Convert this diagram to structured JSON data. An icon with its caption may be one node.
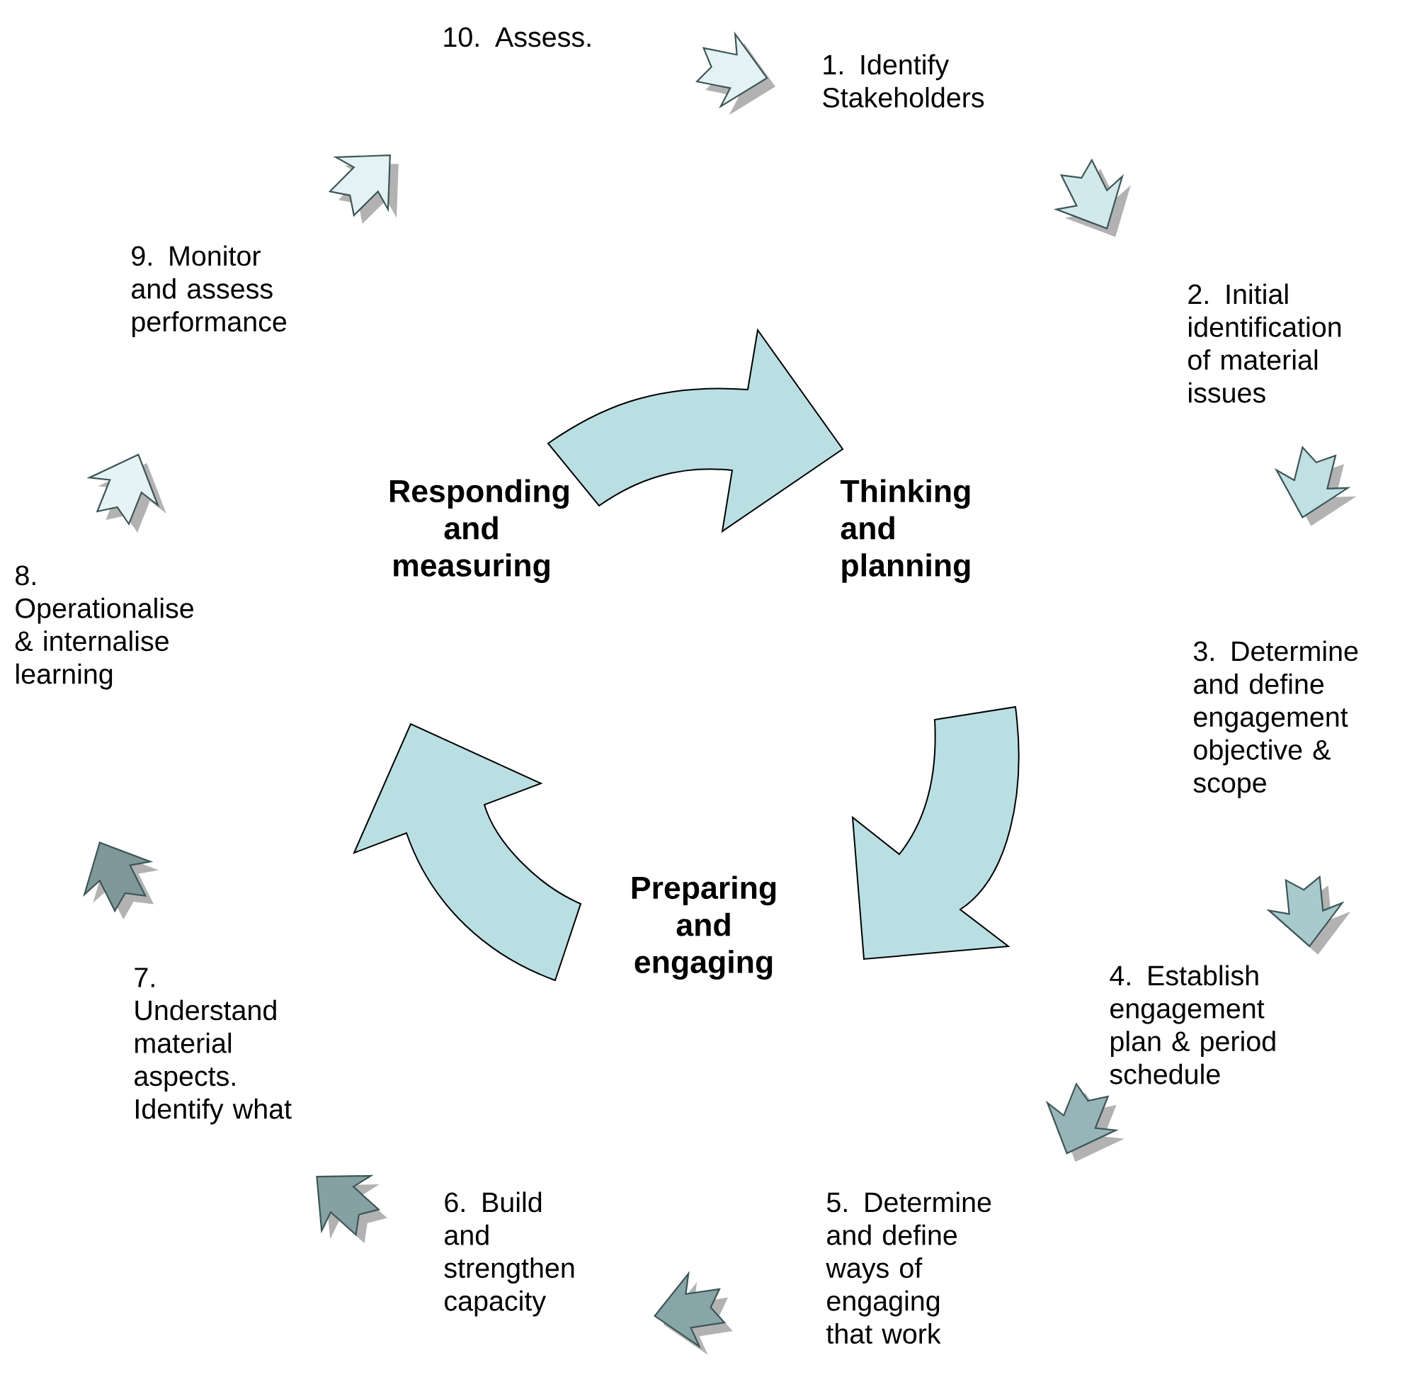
{
  "diagram": {
    "nodes": [
      {
        "text": [],
        "shape": "arrow"
      },
      {
        "text": [],
        "shape": "arrow"
      },
      {
        "text": [],
        "shape": "arrow"
      },
      {
        "text": [],
        "shape": "arrow"
      },
      {
        "text": [],
        "shape": "arrow"
      },
      {
        "text": [],
        "shape": "arrow"
      },
      {
        "text": [],
        "shape": "arrow"
      },
      {
        "text": [],
        "shape": "arrow"
      },
      {
        "text": [],
        "shape": "arrow"
      },
      {
        "text": [],
        "shape": "arrow"
      },
      {
        "text": [
          "Responding and measuring"
        ]
      },
      {
        "text": [
          "Thinking and planning"
        ]
      },
      {
        "text": [
          "Preparing and engaging"
        ]
      }
    ],
    "edges": [
      {
        "from": 10,
        "to": 11,
        "arrow": "to"
      },
      {
        "from": 11,
        "to": 12,
        "arrow": "to"
      },
      {
        "from": 12,
        "to": 10,
        "arrow": "to"
      }
    ],
    "labels": [
      "10. Assess.",
      "1. Identify Stakeholders",
      "9. Monitor and assess performance",
      "2. Initial identification of material issues",
      "8. Operationalise & internalise learning",
      "3. Determine and define engagement objective & scope",
      "4. Establish engagement plan & period schedule",
      "7. Understand material aspects. Identify what",
      "6. Build and strengthen capacity",
      "5. Determine and define ways of engaging that work"
    ]
  }
}
